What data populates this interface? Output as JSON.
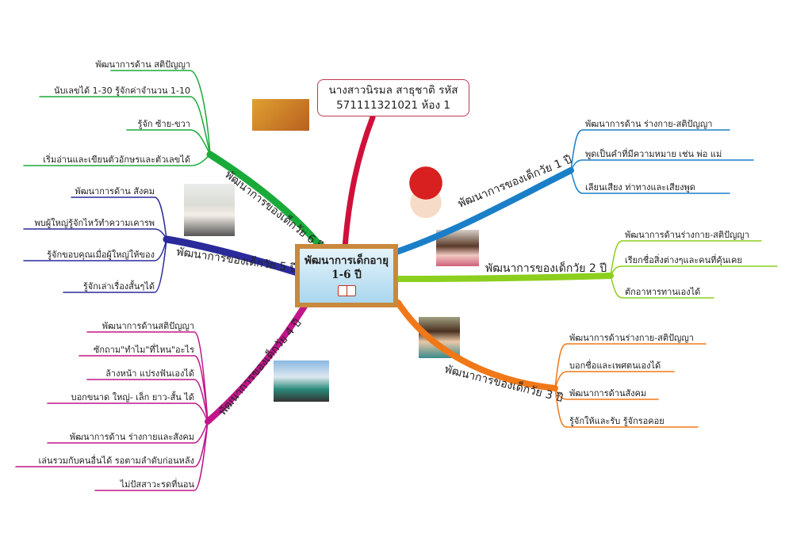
{
  "title_box": {
    "line1": "นางสาวนิรมล สาธุชาติ รหัส",
    "line2": "571111321021 ห้อง 1"
  },
  "center": {
    "line1": "พัฒนาการเด็กอายุ",
    "line2": "1-6 ปี"
  },
  "colors": {
    "age1": "#1a7fc8",
    "age2": "#8ccf1e",
    "age3": "#f07818",
    "age4": "#c0168a",
    "age5": "#2a2a9a",
    "age6": "#1aaa3a",
    "trunk": "#d0103a"
  },
  "branches": {
    "age6": {
      "label": "พัฒนาการของเด็กวัย 6 ปี",
      "leaves": [
        "พัฒนาการด้าน สติปัญญา",
        "นับเลขได้ 1-30 รู้จักค่าจำนวน 1-10",
        "รู้จัก ซ้าย-ขวา",
        "เริ่มอ่านและเขียนตัวอักษรและตัวเลขได้"
      ]
    },
    "age5": {
      "label": "พัฒนาการของเด็กวัย 5 ปี",
      "leaves": [
        "พัฒนาการด้าน สังคม",
        "พบผู้ใหญ่รู้จักไหว้ทำความเคารพ",
        "รู้จักขอบคุณเมื่อผู้ใหญ่ให้ของ",
        "รู้จักเล่าเรื่องสั้นๆได้"
      ]
    },
    "age4": {
      "label": "พัฒนาการของเด็กวัย 4 ปี",
      "leaves": [
        "พัฒนาการด้านสติปัญญา",
        "ซักถาม\"ทำไม\"ที่ไหน\"อะไร",
        "ล้างหน้า แปรงฟันเองได้",
        "บอกขนาด ใหญ่- เล็ก ยาว-สั้น ได้",
        "พัฒนาการด้าน ร่างกายและสังคม",
        "เล่นรวมกับคนอื่นได้ รอตามลำดับก่อนหลัง",
        "ไม่ปัสสาวะรดที่นอน"
      ]
    },
    "age1": {
      "label": "พัฒนาการของเด็กวัย 1 ปี",
      "leaves": [
        "พัฒนาการด้าน ร่างกาย-สติปัญญา",
        "พูดเป็นคำที่มีความหมาย เช่น พ่อ แม่",
        "เลียนเสียง ท่าทางและเสียงพูด"
      ]
    },
    "age2": {
      "label": "พัฒนาการของเด็กวัย 2 ปี",
      "leaves": [
        "พัฒนาการด้านร่างกาย-สติปัญญา",
        "เรียกชื่อสิ่งต่างๆและคนที่คุ้นเคย",
        "ตักอาหารทานเองได้"
      ]
    },
    "age3": {
      "label": "พัฒนาการของเด็กวัย 3 ปี",
      "leaves": [
        "พัฒนาการด้านร่างกาย-สติปัญญา",
        "บอกชื่อและเพศตนเองได้",
        "พัฒนาการด้านสังคม",
        "รู้จักให้และรับ รู้จักรอคอย"
      ]
    }
  }
}
